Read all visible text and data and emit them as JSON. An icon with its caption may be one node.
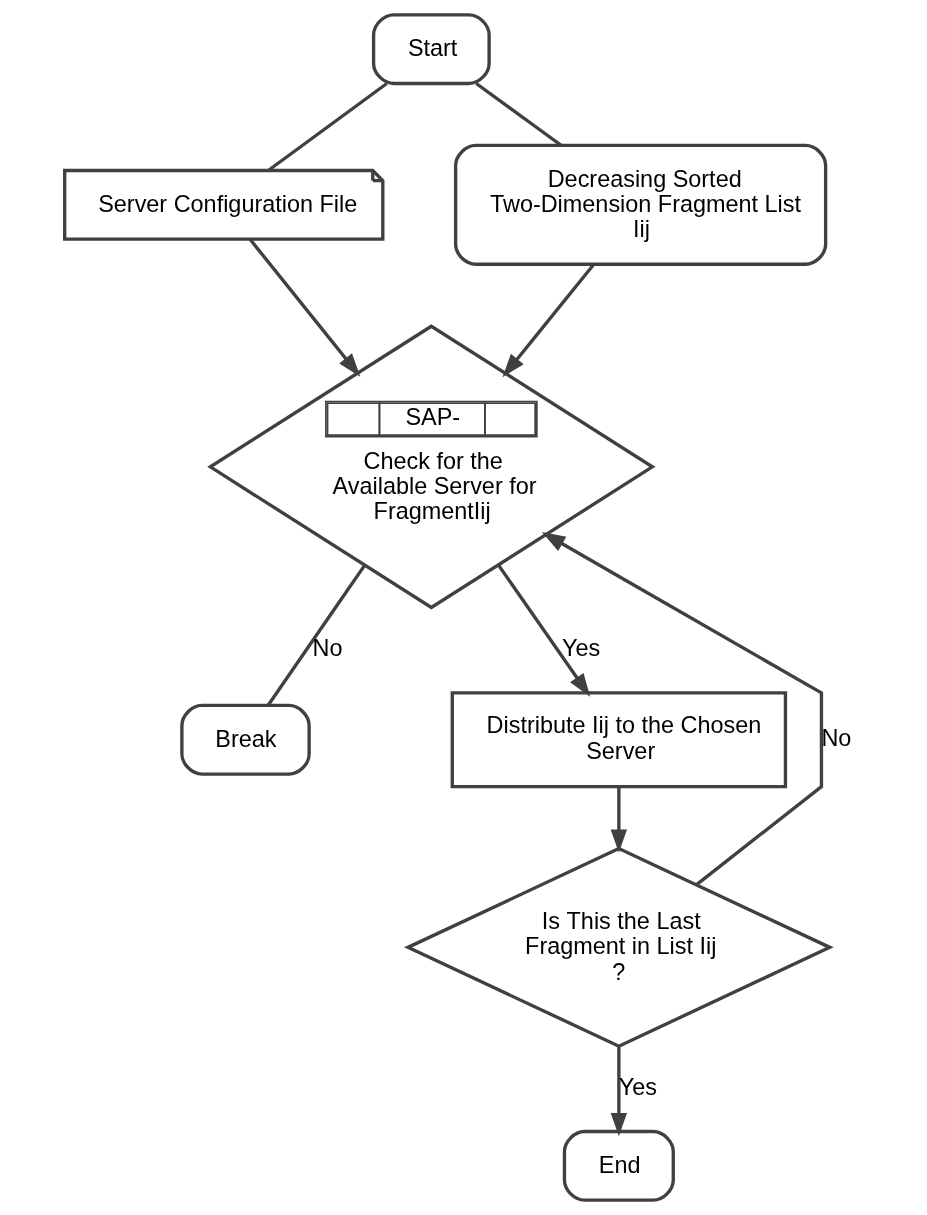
{
  "diagram": {
    "nodes": [
      {
        "text": [
          "Start"
        ]
      },
      {
        "text": [
          "Server Configuration File"
        ]
      },
      {
        "text": [
          "Decreasing Sorted Two-Dimension Fragment List Iij"
        ]
      },
      {
        "text": [
          "SAP-",
          "Check for the Available Server for FragmentIij"
        ]
      },
      {
        "text": [
          "Distribute Iij to the Chosen Server"
        ]
      },
      {
        "text": [
          "Is This the Last Fragment in List Iij ?"
        ]
      },
      {
        "text": [
          "Break"
        ]
      },
      {
        "text": [
          "End"
        ]
      }
    ],
    "edges": [
      {
        "from": 0,
        "to": 1,
        "arrow": "none"
      },
      {
        "from": 0,
        "to": 2,
        "arrow": "none"
      },
      {
        "from": 1,
        "to": 3,
        "arrow": "to"
      },
      {
        "from": 2,
        "to": 3,
        "arrow": "to"
      },
      {
        "from": 3,
        "to": 6,
        "arrow": "none",
        "label": "No"
      },
      {
        "from": 3,
        "to": 4,
        "arrow": "to",
        "label": "Yes"
      },
      {
        "from": 4,
        "to": 5,
        "arrow": "to"
      },
      {
        "from": 5,
        "to": 3,
        "arrow": "to",
        "label": "No"
      },
      {
        "from": 5,
        "to": 7,
        "arrow": "to",
        "label": "Yes"
      }
    ]
  }
}
